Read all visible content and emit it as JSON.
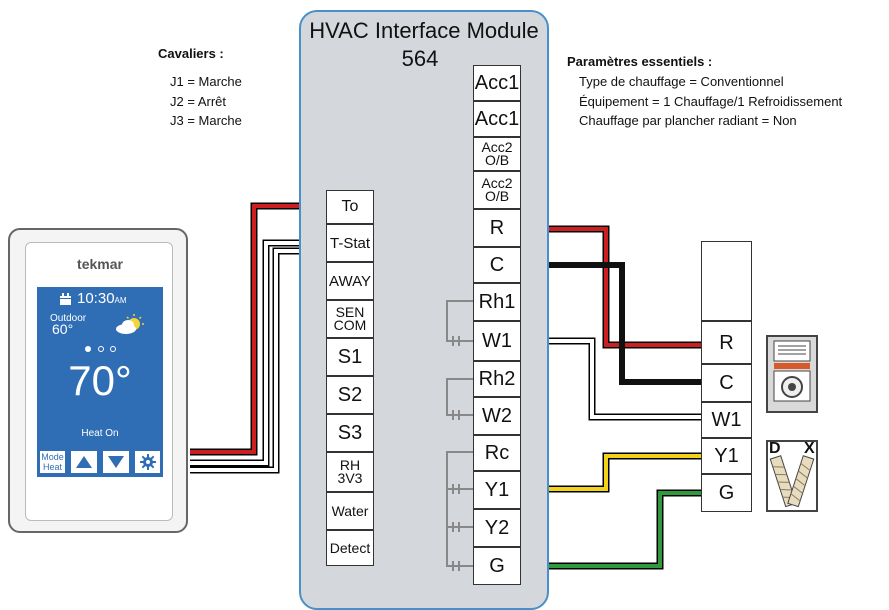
{
  "module": {
    "title": "HVAC Interface Module",
    "number": "564"
  },
  "jumpers": {
    "title": "Cavaliers :",
    "items": [
      "J1 = Marche",
      "J2 = Arrêt",
      "J3 = Marche"
    ]
  },
  "settings": {
    "title": "Paramètres essentiels :",
    "items": [
      "Type de chauffage = Conventionnel",
      "Équipement = 1 Chauffage/1 Refroidissement",
      "Chauffage par plancher radiant = Non"
    ]
  },
  "left_terminals": [
    "To",
    "T-Stat",
    "AWAY",
    "SEN COM",
    "S1",
    "S2",
    "S3",
    "RH 3V3",
    "Water",
    "Detect"
  ],
  "right_terminals": [
    "Acc1",
    "Acc1",
    "Acc2 O/B",
    "Acc2 O/B",
    "R",
    "C",
    "Rh1",
    "W1",
    "Rh2",
    "W2",
    "Rc",
    "Y1",
    "Y2",
    "G"
  ],
  "equipment_terminals": [
    "R",
    "C",
    "W1",
    "Y1",
    "G"
  ],
  "thermostat": {
    "brand": "tekmar",
    "time": "10:30",
    "ampm": "AM",
    "outdoor_label": "Outdoor",
    "outdoor_temp": "60°",
    "setpoint": "70°",
    "status": "Heat On",
    "mode_label_1": "Mode",
    "mode_label_2": "Heat"
  },
  "cooling_icon": {
    "d": "D",
    "x": "X"
  },
  "colors": {
    "red": "#cc1f1f",
    "black": "#111111",
    "white": "#ffffff",
    "yellow": "#f2d21b",
    "green": "#2e9a3e",
    "module_bg": "#d4d8dd",
    "module_border": "#4a8fc7",
    "screen_blue": "#2f6eb5"
  }
}
